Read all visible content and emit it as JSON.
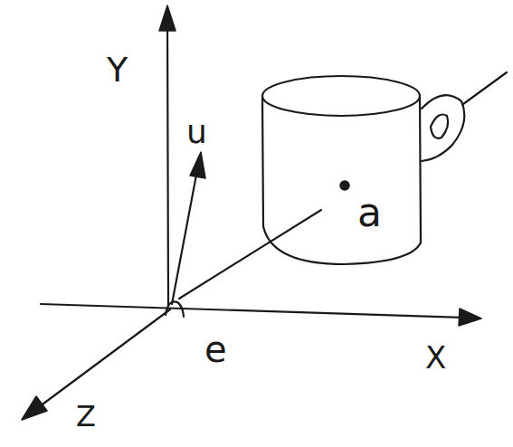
{
  "diagram": {
    "labels": [
      "Y",
      "u",
      "a",
      "e",
      "X",
      "Z"
    ]
  }
}
